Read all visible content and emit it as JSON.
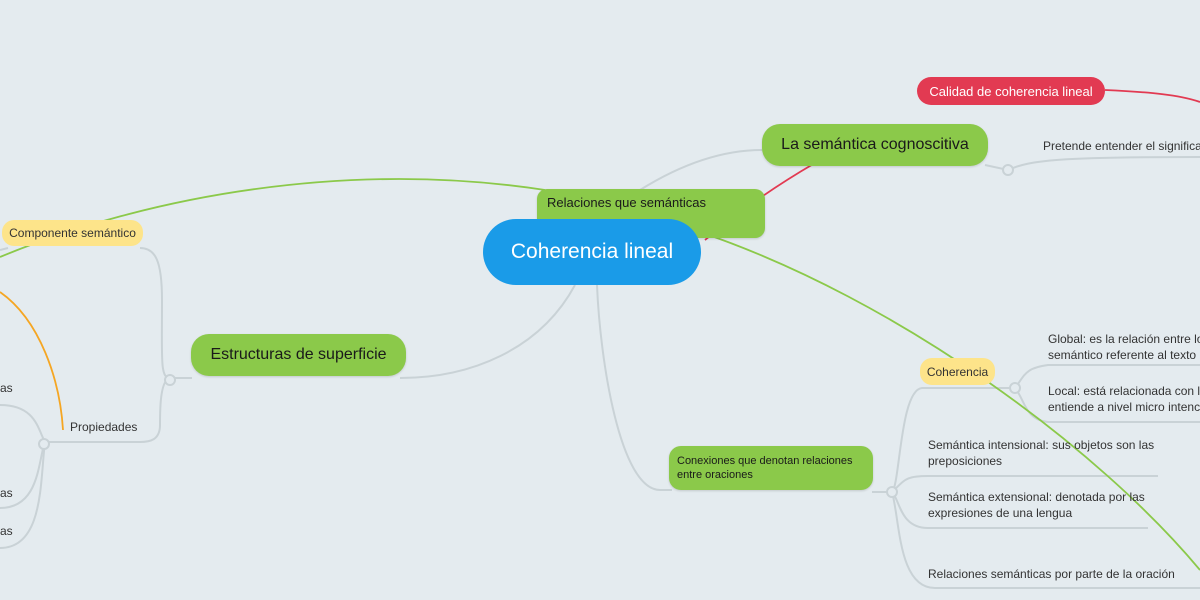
{
  "root": {
    "label": "Coherencia lineal"
  },
  "nodes": {
    "semantica_cognoscitiva": "La semántica cognoscitiva",
    "calidad": "Calidad de coherencia lineal",
    "pretende": "Pretende entender el significa",
    "relaciones_que": "Relaciones que semánticas",
    "componente_semantico": "Componente semántico",
    "estructuras": "Estructuras de superficie",
    "propiedades": "Propiedades",
    "left_as_1": "as",
    "left_as_2": "as",
    "left_as_3": "as",
    "conexiones": "Conexiones que denotan relaciones entre oraciones",
    "coherencia": "Coherencia",
    "global_l1": "Global: es la relación entre lo",
    "global_l2": "semántico referente al texto",
    "local_l1": "Local: está relacionada con la",
    "local_l2": "entiende a nivel micro intenc",
    "intensional_l1": "Semántica intensional: sus objetos son las",
    "intensional_l2": "preposiciones",
    "extensional_l1": "Semántica extensional: denotada por las",
    "extensional_l2": "expresiones de una lengua",
    "relaciones_oracion": "Relaciones semánticas por parte de la oración"
  },
  "colors": {
    "background": "#e4ebef",
    "root": "#1a9be8",
    "green": "#8bc94a",
    "yellow": "#fde48a",
    "red": "#e23a52",
    "orange": "#f5a623",
    "connector": "#c9d2d6"
  }
}
